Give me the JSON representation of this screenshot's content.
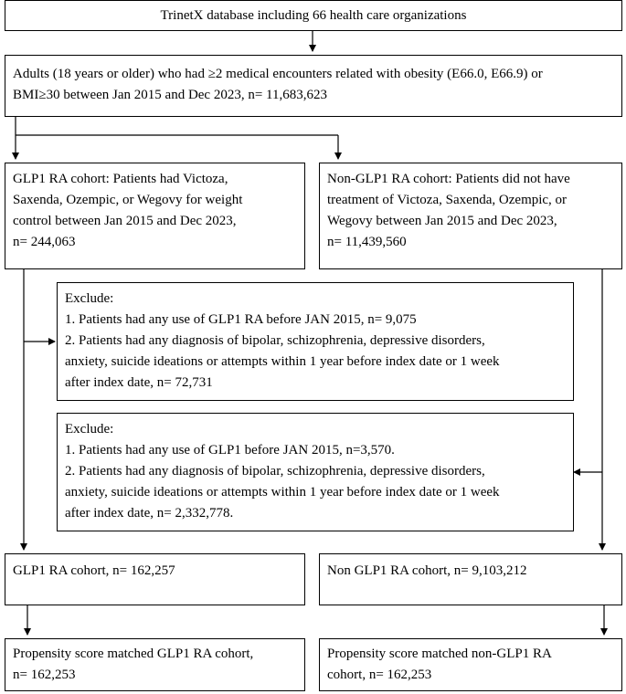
{
  "boxes": {
    "database": {
      "lines": [
        "TrinetX database including 66 health care organizations"
      ]
    },
    "adults": {
      "lines": [
        "Adults (18 years or older) who had ≥2 medical encounters related with obesity (E66.0, E66.9) or",
        "BMI≥30 between Jan 2015 and Dec 2023, n= 11,683,623"
      ]
    },
    "glp1_cohort": {
      "lines": [
        "GLP1 RA cohort: Patients had Victoza,",
        "Saxenda, Ozempic, or Wegovy for weight",
        "control between Jan 2015 and Dec 2023,",
        "n= 244,063"
      ]
    },
    "non_glp1_cohort": {
      "lines": [
        "Non-GLP1 RA cohort: Patients did not have",
        "treatment of Victoza, Saxenda, Ozempic, or",
        "Wegovy between Jan 2015 and Dec 2023,",
        "n= 11,439,560"
      ]
    },
    "exclude_glp1": {
      "lines": [
        "Exclude:",
        "1. Patients had any use of GLP1 RA before JAN 2015, n= 9,075",
        "2. Patients had any diagnosis of bipolar, schizophrenia, depressive disorders,",
        "anxiety, suicide ideations or attempts within 1 year before index date or 1 week",
        "after index date, n= 72,731"
      ]
    },
    "exclude_non_glp1": {
      "lines": [
        "Exclude:",
        "1. Patients had any use of GLP1 before JAN 2015, n=3,570.",
        "2. Patients had any diagnosis of bipolar, schizophrenia, depressive disorders,",
        "anxiety, suicide ideations or attempts within 1 year before index date or 1 week",
        "after index date, n= 2,332,778."
      ]
    },
    "glp1_final": {
      "lines": [
        "GLP1 RA cohort, n= 162,257"
      ]
    },
    "non_glp1_final": {
      "lines": [
        "Non GLP1 RA cohort, n= 9,103,212"
      ]
    },
    "glp1_matched": {
      "lines": [
        "Propensity score matched GLP1 RA cohort,",
        "n= 162,253"
      ]
    },
    "non_glp1_matched": {
      "lines": [
        "Propensity score matched non-GLP1 RA",
        "cohort, n= 162,253"
      ]
    }
  }
}
